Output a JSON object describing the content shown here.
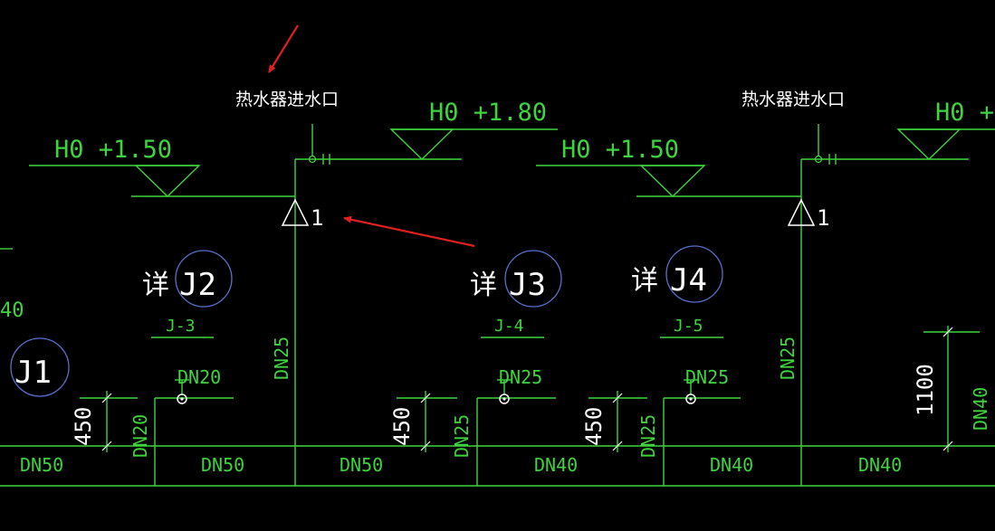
{
  "colors": {
    "background": "#000000",
    "line": "#3fd43f",
    "pipe_text": "#3fd43f",
    "white_text": "#ffffff",
    "detail_circle": "#5a6fc8",
    "arrow": "#e02020"
  },
  "labels": {
    "heater_inlet_1": "热水器进水口",
    "heater_inlet_2": "热水器进水口",
    "elev_1": "H0 +1.50",
    "elev_2": "H0 +1.80",
    "elev_3": "H0 +1.50",
    "elev_4": "H0 +",
    "detail_1": "详",
    "detail_2": "详",
    "detail_3": "详",
    "detail_J1": "J1",
    "detail_J2": "J2",
    "detail_J3": "J3",
    "detail_J4": "J4",
    "tag_1": "J-3",
    "tag_2": "J-4",
    "tag_3": "J-5",
    "valve_mark_1": "1",
    "valve_mark_2": "1",
    "dn_left_40": "40",
    "dn_riser_1": "DN25",
    "dn_riser_2": "DN25",
    "dn_branch_1": "DN20",
    "dn_branch_2": "DN25",
    "dn_branch_3": "DN25",
    "dn_drop_1": "DN20",
    "dn_drop_2": "DN25",
    "dn_drop_3": "DN25",
    "dn_right": "DN40",
    "dim_1": "450",
    "dim_2": "450",
    "dim_3": "450",
    "dim_4": "1100",
    "main_1": "DN50",
    "main_2": "DN50",
    "main_3": "DN50",
    "main_4": "DN40",
    "main_5": "DN40",
    "main_6": "DN40"
  }
}
